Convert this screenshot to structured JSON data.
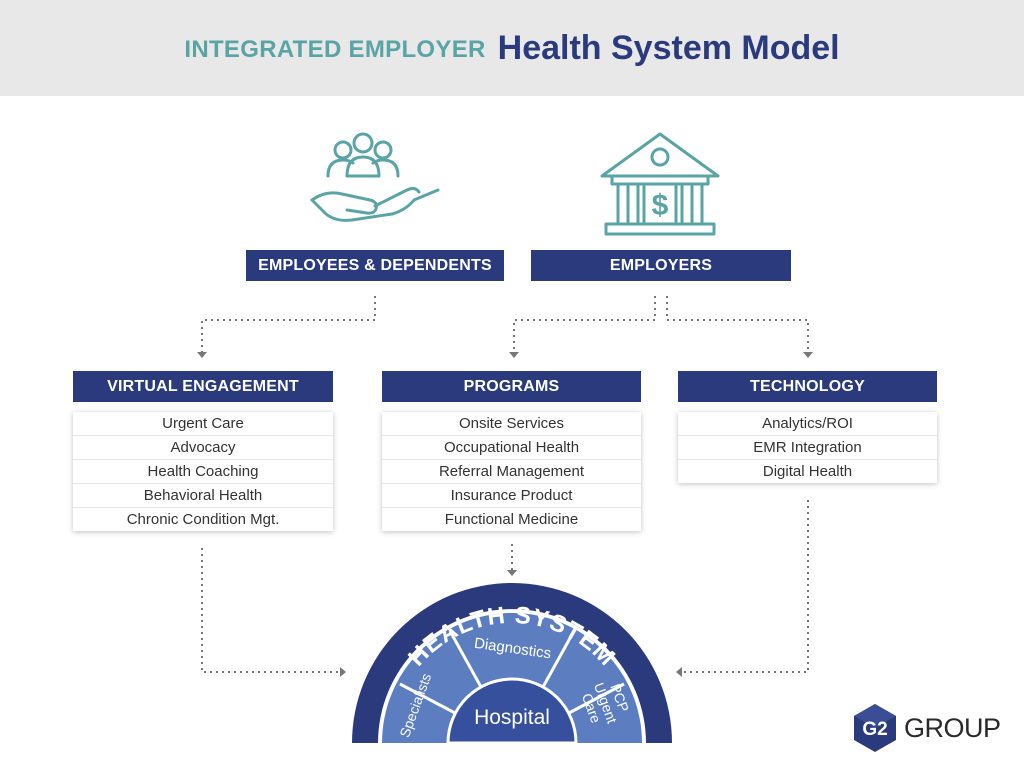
{
  "header": {
    "title_light": "INTEGRATED EMPLOYER",
    "title_dark": "Health System Model"
  },
  "icons": {
    "left": "people-in-hand-icon",
    "right": "bank-dollar-icon",
    "color": "#5aa4a5"
  },
  "top_bars": {
    "employees": "EMPLOYEES & DEPENDENTS",
    "employers": "EMPLOYERS"
  },
  "columns": [
    {
      "header": "VIRTUAL ENGAGEMENT",
      "items": [
        "Urgent Care",
        "Advocacy",
        "Health Coaching",
        "Behavioral Health",
        "Chronic Condition Mgt."
      ]
    },
    {
      "header": "PROGRAMS",
      "items": [
        "Onsite Services",
        "Occupational Health",
        "Referral Management",
        "Insurance Product",
        "Functional Medicine"
      ]
    },
    {
      "header": "TECHNOLOGY",
      "items": [
        "Analytics/ROI",
        "EMR Integration",
        "Digital Health"
      ]
    }
  ],
  "health_system": {
    "title": "HEALTH SYSTEM",
    "segments": {
      "diagnostics": "Diagnostics",
      "specialists": "Specialists",
      "pcp_line1": "PCP",
      "pcp_line2": "Urgent",
      "pcp_line3": "Care",
      "hospital": "Hospital"
    }
  },
  "logo": {
    "mark": "G2",
    "text": "GROUP"
  },
  "colors": {
    "navy": "#2b3a7c",
    "teal": "#5aa4a5",
    "mid_blue": "#5c7ec0",
    "inner_blue": "#36509e",
    "header_bg": "#e8e8e8"
  }
}
